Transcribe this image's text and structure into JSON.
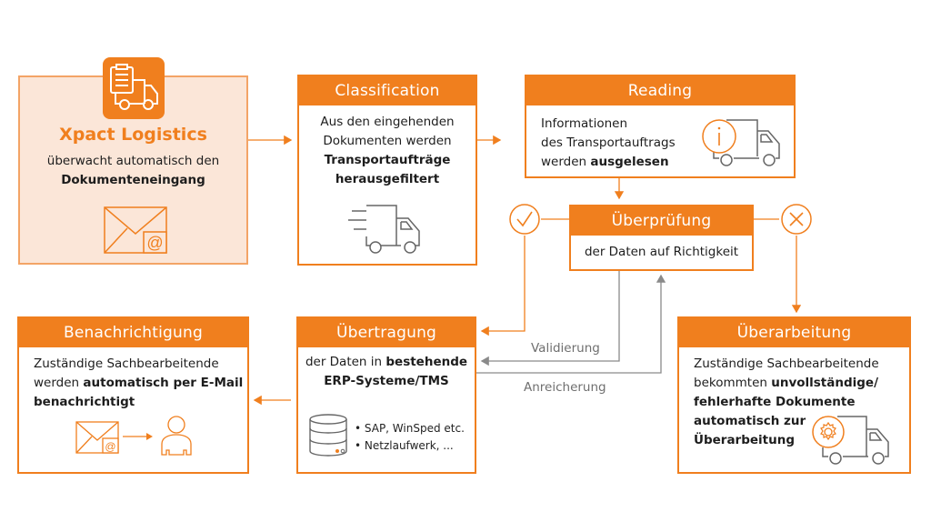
{
  "start": {
    "title": "Xpact Logistics",
    "line1": "überwacht automatisch den",
    "line2_bold": "Dokumenteneingang",
    "icons": [
      "clipboard-truck-icon",
      "email-at-icon"
    ]
  },
  "classification": {
    "title": "Classification",
    "line1": "Aus den eingehenden",
    "line2": "Dokumenten werden",
    "line3_bold": "Transportaufträge",
    "line4_bold": "herausgefiltert",
    "icon": "moving-truck-icon"
  },
  "reading": {
    "title": "Reading",
    "line1": "Informationen",
    "line2": "des Transportauftrags",
    "line3_prefix": "werden ",
    "line3_bold": "ausgelesen",
    "icon": "info-truck-icon"
  },
  "check": {
    "title": "Überprüfung",
    "text": "der Daten auf Richtigkeit",
    "ok_icon": "check-circle-icon",
    "fail_icon": "x-circle-icon"
  },
  "rework": {
    "title": "Überarbeitung",
    "line1": "Zuständige Sachbearbeitende",
    "line2_prefix": "bekommten ",
    "line2_bold": "unvollständige/",
    "line3_bold": "fehlerhafte Dokumente",
    "line4_bold": "automatisch zur",
    "line5_bold": "Überarbeitung",
    "icon": "gear-truck-icon"
  },
  "transfer": {
    "title": "Übertragung",
    "line1_prefix": "der Daten in ",
    "line1_bold": "bestehende",
    "line2_bold": "ERP-Systeme/TMS",
    "bullets": [
      "• SAP, WinSped etc.",
      "• Netzlaufwerk, ..."
    ],
    "icon": "database-icon"
  },
  "notify": {
    "title": "Benachrichtigung",
    "line1": "Zuständige Sachbearbeitende",
    "line2_prefix": "werden ",
    "line2_bold": "automatisch per E-Mail",
    "line3_bold": "benachrichtigt",
    "icons": [
      "email-at-icon",
      "arrow-right-icon",
      "user-icon"
    ]
  },
  "edges": {
    "validation_label": "Validierung",
    "enrichment_label": "Anreicherung"
  },
  "colors": {
    "accent": "#f07f1e",
    "start_fill": "#fbe6d8",
    "gray_line": "#8a8a8a"
  }
}
